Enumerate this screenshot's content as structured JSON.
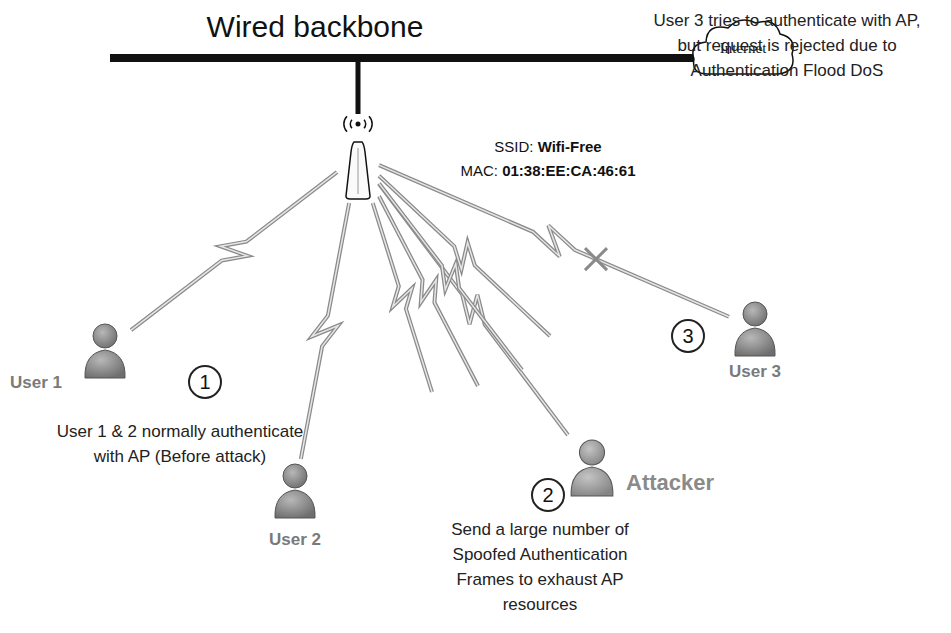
{
  "diagram": {
    "nodes": [
      {
        "text": [
          "SSID: Wifi-Free",
          "MAC: 01:38:EE:CA:46:61"
        ]
      },
      {
        "text": [
          "Internet"
        ]
      },
      {
        "text": [
          "User 1"
        ]
      },
      {
        "text": [
          "User 2"
        ]
      },
      {
        "text": [
          "Attacker"
        ]
      },
      {
        "text": [
          "User 3"
        ]
      }
    ],
    "edges": [
      {
        "from": 0,
        "to": 2,
        "arrow": "none"
      },
      {
        "from": 0,
        "to": 3,
        "arrow": "none"
      },
      {
        "from": 0,
        "to": 4,
        "arrow": "none"
      },
      {
        "from": 0,
        "to": 5,
        "arrow": "none"
      }
    ],
    "labels": [
      "Wired backbone",
      "1",
      "User 1 & 2 normally authenticate with AP (Before attack)",
      "2",
      "Send a large number of Spoofed Authentication Frames to exhaust AP resources",
      "3",
      "User 3 tries to authenticate with AP, but request is rejected due to Authentication Flood DoS"
    ]
  }
}
